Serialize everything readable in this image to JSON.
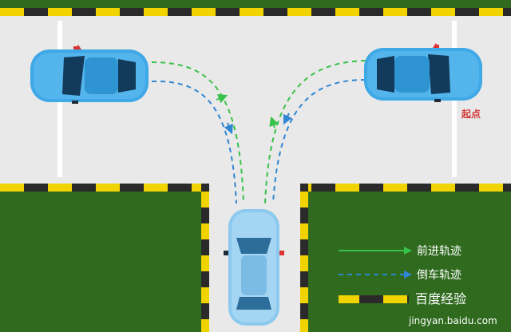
{
  "labels": {
    "start_point": "起点",
    "forward_path": "前进轨迹",
    "reverse_path": "倒车轨迹",
    "bottom_label": "百度经验",
    "watermark": "jingyan.baidu.com"
  },
  "colors": {
    "road": "#e9e9e9",
    "grass": "#2f6a1e",
    "curb_yellow": "#f1d300",
    "curb_dark": "#2a2a2a",
    "forward_line": "#39c24a",
    "reverse_line": "#2f86d4",
    "car_body": "#3fa8e6",
    "car_body_light": "#9fd3f1",
    "start_text": "#d23a3a"
  }
}
